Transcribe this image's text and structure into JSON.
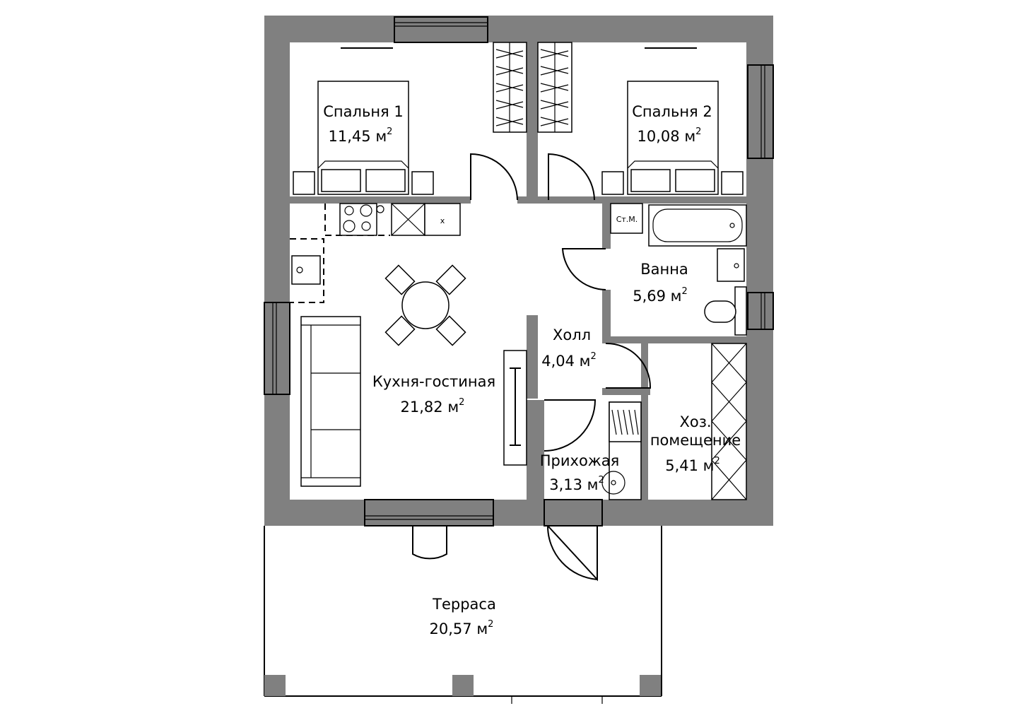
{
  "rooms": {
    "bedroom1": {
      "name": "Спальня 1",
      "area": "11,45 м",
      "unit_sup": "2"
    },
    "bedroom2": {
      "name": "Спальня 2",
      "area": "10,08 м",
      "unit_sup": "2"
    },
    "bath": {
      "name": "Ванна",
      "area": "5,69 м",
      "unit_sup": "2"
    },
    "hall": {
      "name": "Холл",
      "area": "4,04 м",
      "unit_sup": "2"
    },
    "kitchen": {
      "name": "Кухня-гостиная",
      "area": "21,82 м",
      "unit_sup": "2"
    },
    "entry": {
      "name": "Прихожая",
      "area": "3,13 м",
      "unit_sup": "2"
    },
    "utility": {
      "name_line1": "Хоз.",
      "name_line2": "помещение",
      "area": "5,41 м",
      "unit_sup": "2"
    },
    "terrace": {
      "name": "Терраса",
      "area": "20,57 м",
      "unit_sup": "2"
    }
  },
  "fixtures": {
    "washer_label": "Ст.М.",
    "fridge_label": "x"
  },
  "colors": {
    "wall": "#808080",
    "line": "#000000",
    "background": "#ffffff"
  }
}
